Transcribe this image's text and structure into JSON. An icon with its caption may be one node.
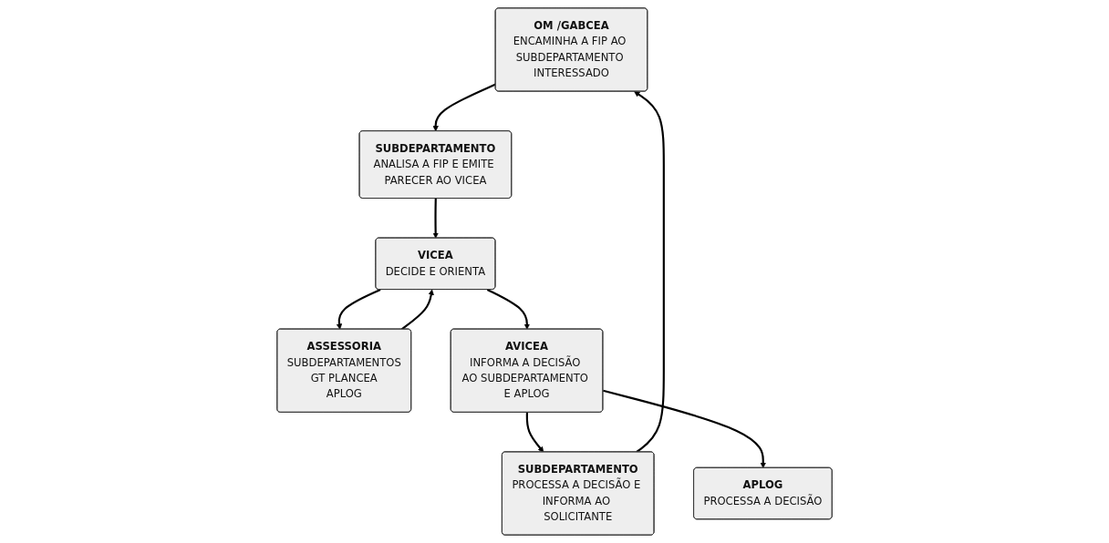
{
  "diagram": {
    "nodes": [
      {
        "text": [
          "OM /GABCEA",
          "ENCAMINHA A FIP AO SUBDEPARTAMENTO INTERESSADO"
        ]
      },
      {
        "text": [
          "SUBDEPARTAMENTO",
          "ANALISA A FIP E EMITE PARECER AO VICEA"
        ]
      },
      {
        "text": [
          "VICEA",
          "DECIDE E ORIENTA"
        ]
      },
      {
        "text": [
          "ASSESSORIA",
          "SUBDEPARTAMENTOS",
          "GT PLANCEA",
          "APLOG"
        ]
      },
      {
        "text": [
          "SUBDEPARTAMENTO",
          "PROCESSA A DECISÃO E INFORMA AO SOLICITANTE"
        ]
      },
      {
        "text": [
          "AVICEA",
          "INFORMA A DECISÃO AO SUBDEPARTAMENTO E APLOG"
        ]
      },
      {
        "text": [
          "APLOG",
          "PROCESSA A DECISÃO"
        ]
      }
    ],
    "edges": [
      {
        "from": 0,
        "to": 1,
        "arrow": "to"
      },
      {
        "from": 1,
        "to": 2,
        "arrow": "to"
      },
      {
        "from": 3,
        "to": 2,
        "arrow": "to"
      },
      {
        "from": 2,
        "to": 3,
        "arrow": "to"
      },
      {
        "from": 2,
        "to": 5,
        "arrow": "to"
      },
      {
        "from": 5,
        "to": 4,
        "arrow": "to"
      },
      {
        "from": 5,
        "to": 6,
        "arrow": "to"
      },
      {
        "from": 4,
        "to": 0,
        "arrow": "to"
      }
    ]
  }
}
